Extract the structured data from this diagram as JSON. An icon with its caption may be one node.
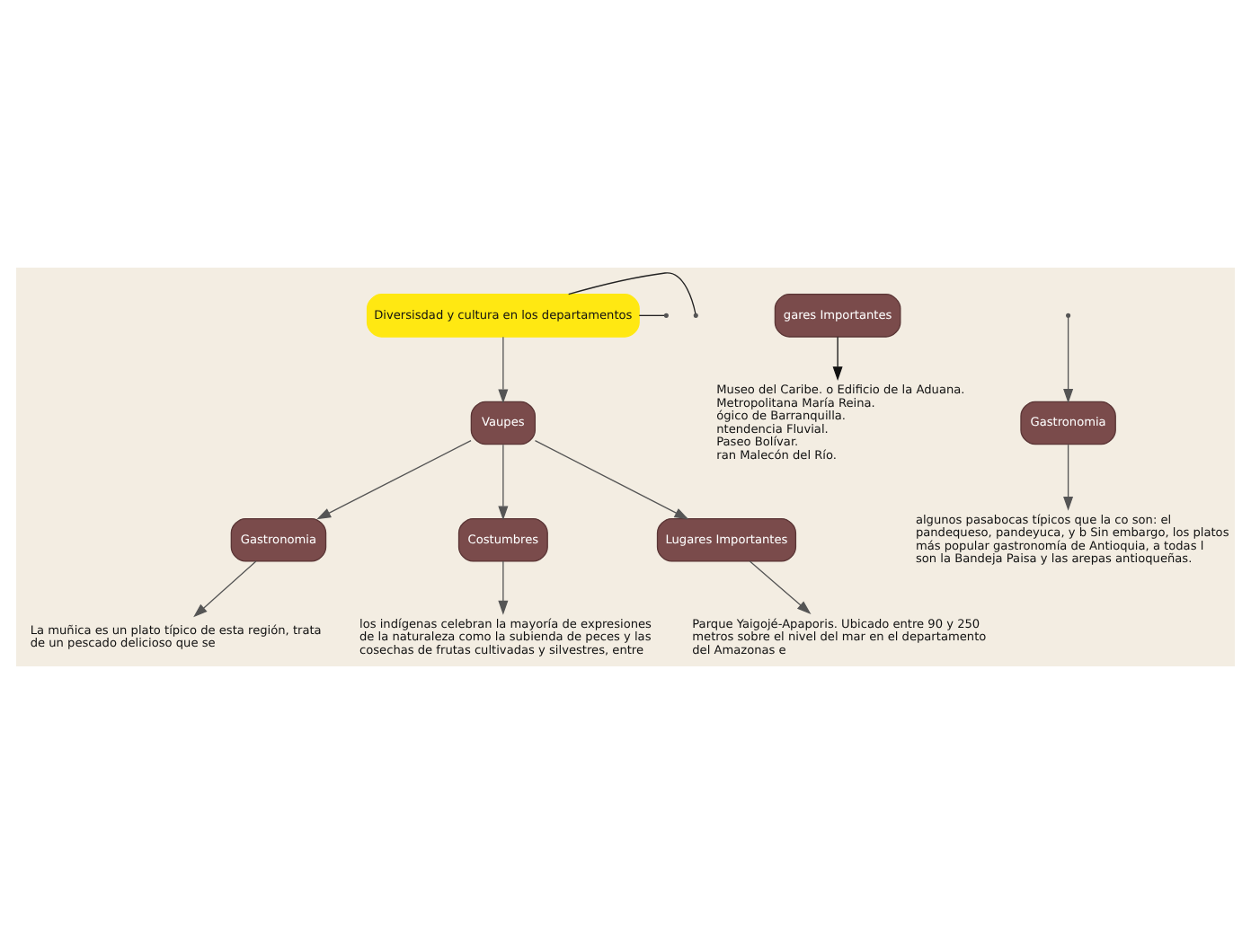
{
  "diagram": {
    "nodes": [
      {
        "text": [
          "Diversisdad y cultura en los departamentos"
        ]
      },
      {
        "text": [
          "gares Importantes"
        ]
      },
      {
        "text": [
          "Museo del Caribe. o Edificio de la Aduana. Metropolitana María Reina.",
          "ógico de Barranquilla.",
          "ntendencia Fluvial.",
          "Paseo Bolívar.",
          "ran Malecón del Río."
        ]
      },
      {
        "text": [
          "Vaupes"
        ]
      },
      {
        "text": [
          "Gastronomia"
        ]
      },
      {
        "text": [
          "Costumbres"
        ]
      },
      {
        "text": [
          "Lugares Importantes"
        ]
      },
      {
        "text": [
          "La muñica es un plato típico de esta región, trata de un pescado delicioso que se"
        ]
      },
      {
        "text": [
          "los indígenas celebran la mayoría de expresiones de la naturaleza como la subienda de peces y las cosechas de frutas cultivadas y silvestres, entre"
        ]
      },
      {
        "text": [
          "Parque Yaigojé-Apaporis. Ubicado entre 90 y 250 metros sobre el nivel del mar en el departamento del Amazonas e"
        ]
      },
      {
        "text": [
          "Gastronomia"
        ]
      },
      {
        "text": [
          "algunos pasabocas típicos que la co son: el pandequeso, pandeyuca, y b Sin embargo, los platos más popular gastronomía de Antioquia, a todas l son la Bandeja Paisa y las arepas antioqueñas."
        ]
      }
    ],
    "edges": [
      {
        "from": 0,
        "to": null,
        "arrow": "none",
        "color": "#222222"
      },
      {
        "from": 0,
        "to": 3,
        "arrow": "to"
      },
      {
        "from": 0,
        "to": null,
        "arrow": "none",
        "color": "#222222"
      },
      {
        "from": 1,
        "to": 2,
        "arrow": "to",
        "color": "#111111"
      },
      {
        "from": 3,
        "to": 4,
        "arrow": "to"
      },
      {
        "from": 3,
        "to": 5,
        "arrow": "to"
      },
      {
        "from": 3,
        "to": 6,
        "arrow": "to"
      },
      {
        "from": null,
        "to": 10,
        "arrow": "to"
      },
      {
        "from": 10,
        "to": 11,
        "arrow": "to"
      },
      {
        "from": 4,
        "to": 7,
        "arrow": "to"
      },
      {
        "from": 5,
        "to": 8,
        "arrow": "to"
      },
      {
        "from": 6,
        "to": 9,
        "arrow": "to"
      }
    ]
  }
}
